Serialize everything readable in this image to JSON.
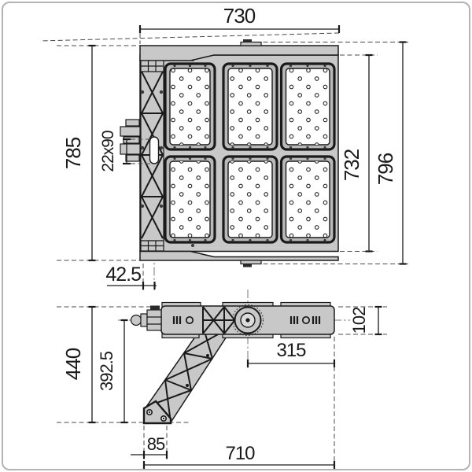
{
  "drawing": {
    "type": "technical-dimension-drawing",
    "subject": "floodlight-fixture",
    "panel_grid": {
      "rows": 2,
      "cols": 3
    },
    "views": {
      "front": {
        "dims": {
          "width_top": "730",
          "height_left": "785",
          "slot": "22x90",
          "height_inner": "732",
          "height_overall": "796",
          "bracket_offset": "42.5"
        }
      },
      "side": {
        "dims": {
          "bar_height": "102",
          "pivot_to_end": "315",
          "height_overall": "440",
          "pivot_height": "392.5",
          "foot_width": "85",
          "length_overall": "710"
        }
      }
    },
    "colors": {
      "line": "#1a1a1a",
      "metal": "#c8c8c8",
      "panel": "#ffffff",
      "extension_dash": "#4a4a4a",
      "centerline": "#777777",
      "background": "#ffffff",
      "frame_border": "#b3b3b3"
    }
  }
}
